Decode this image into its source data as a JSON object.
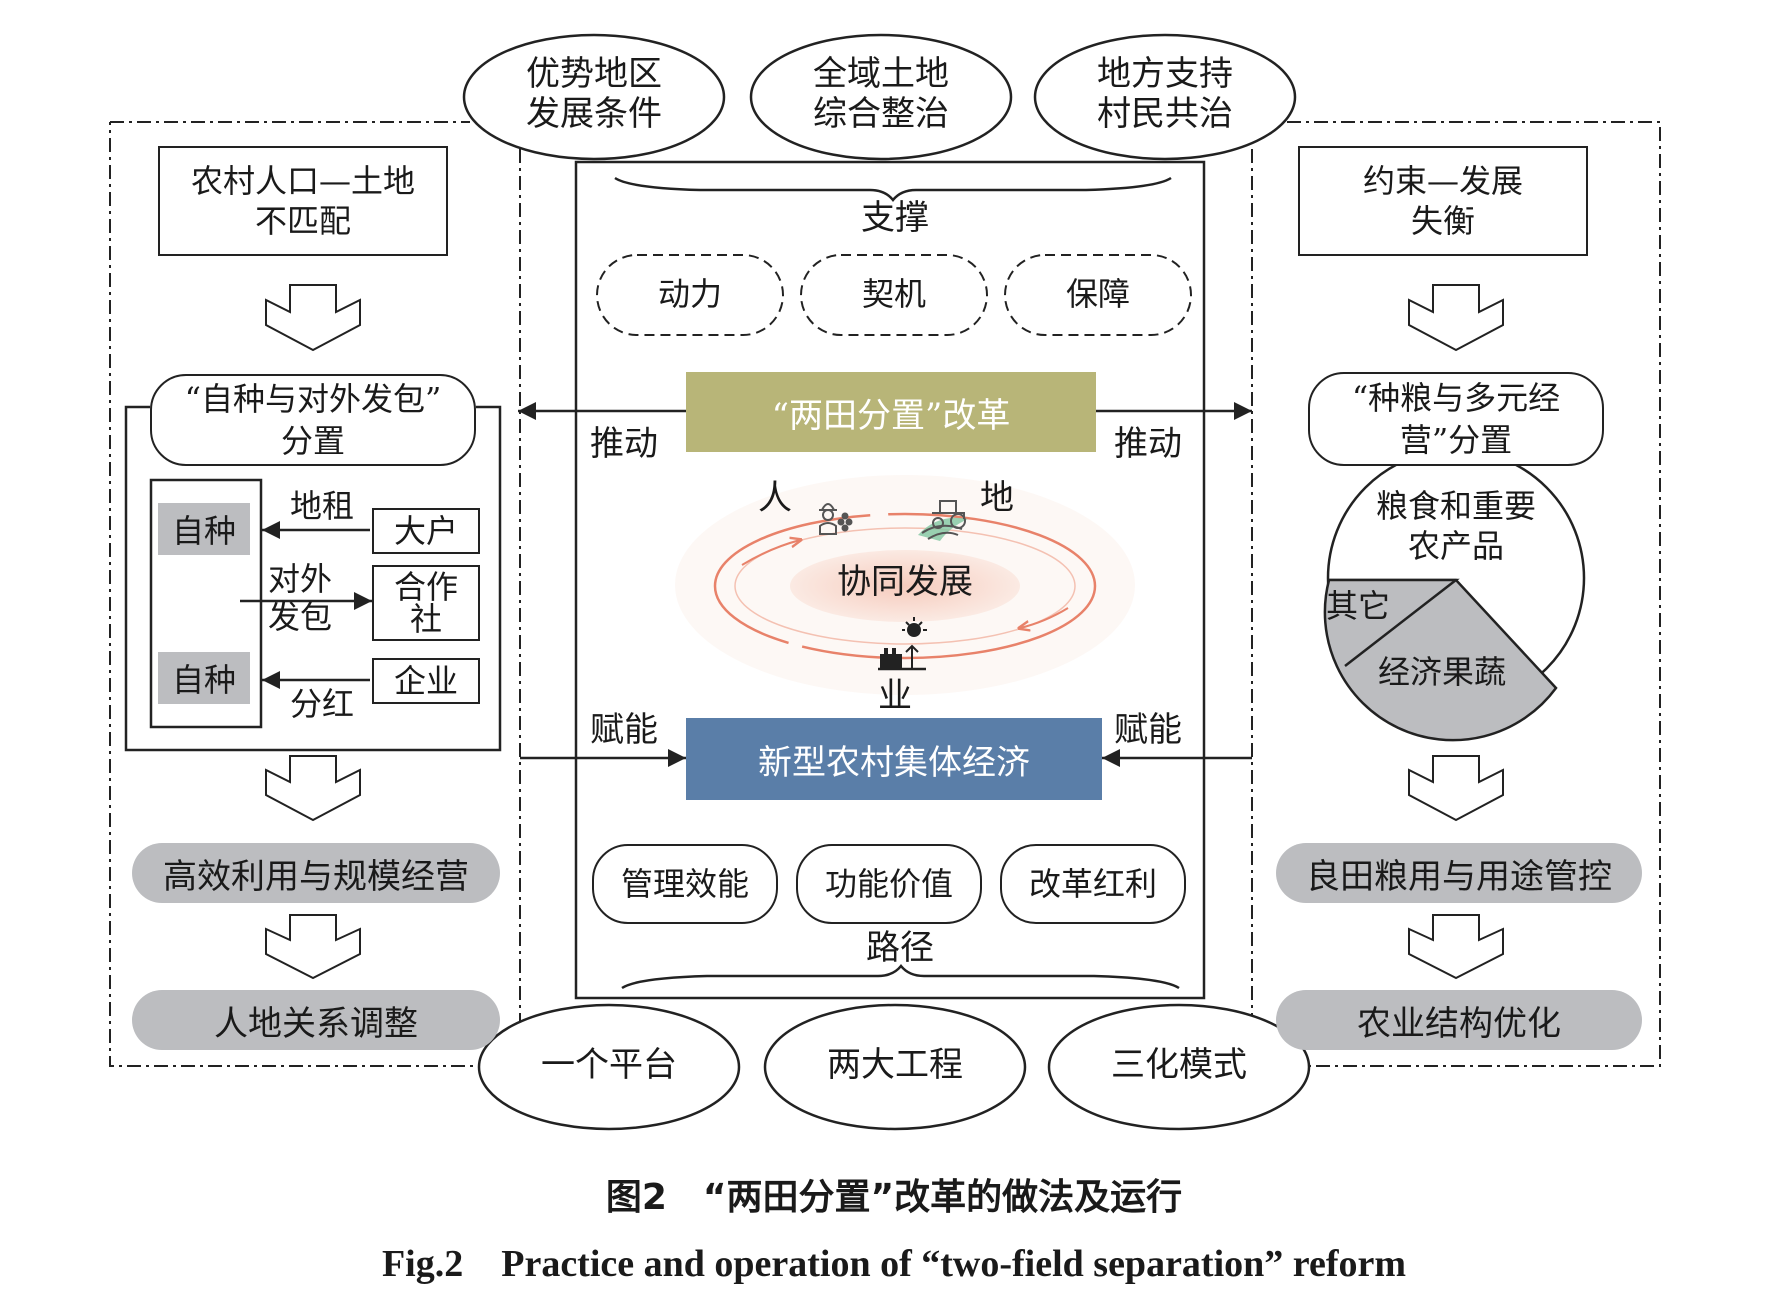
{
  "top_ellipses": [
    {
      "line1": "优势地区",
      "line2": "发展条件"
    },
    {
      "line1": "全域土地",
      "line2": "综合整治"
    },
    {
      "line1": "地方支持",
      "line2": "村民共治"
    }
  ],
  "bottom_ellipses": [
    "一个平台",
    "两大工程",
    "三化模式"
  ],
  "left": {
    "problem": {
      "line1": "农村人口—土地",
      "line2": "不匹配"
    },
    "mode": {
      "line1": "“自种与对外发包”",
      "line2": "分置"
    },
    "self_farm_top": "自种",
    "self_farm_bottom": "自种",
    "actors": {
      "big_household": "大户",
      "coop_line1": "合作",
      "coop_line2": "社",
      "enterprise": "企业"
    },
    "flows": {
      "rent": "地租",
      "outsource_line1": "对外",
      "outsource_line2": "发包",
      "dividend": "分红"
    },
    "outcome1": "高效利用与规模经营",
    "outcome2": "人地关系调整"
  },
  "center": {
    "support_label": "支撑",
    "support_items": [
      "动力",
      "契机",
      "保障"
    ],
    "reform": "“两田分置”改革",
    "push_left": "推动",
    "push_right": "推动",
    "cycle": {
      "person": "人",
      "land": "地",
      "industry": "业",
      "core": "协同发展"
    },
    "empower_left": "赋能",
    "empower_right": "赋能",
    "economy": "新型农村集体经济",
    "path_items": [
      "管理效能",
      "功能价值",
      "改革红利"
    ],
    "path_label": "路径"
  },
  "right": {
    "problem": {
      "line1": "约束—发展",
      "line2": "失衡"
    },
    "mode": {
      "line1": "“种粮与多元经",
      "line2": "营”分置"
    },
    "pie": {
      "main": {
        "line1": "粮食和重要",
        "line2": "农产品"
      },
      "other": "其它",
      "cash_crops": "经济果蔬"
    },
    "outcome1": "良田粮用与用途管控",
    "outcome2": "农业结构优化"
  },
  "colors": {
    "reform_bg": "#b8b578",
    "economy_bg": "#5a7ea8",
    "gray_fill": "#bcbdc0",
    "cycle_arrow": "#e8826a"
  },
  "caption": {
    "cn": "图2　“两田分置”改革的做法及运行",
    "en": "Fig.2　Practice and operation of “two-field separation” reform"
  }
}
